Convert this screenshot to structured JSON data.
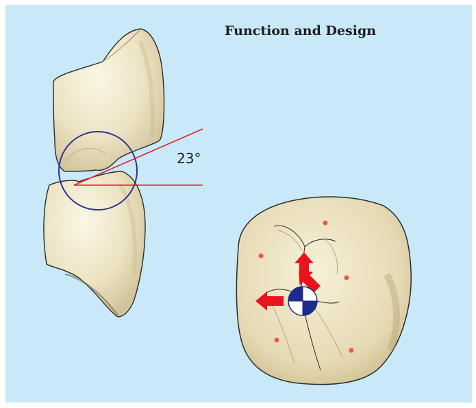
{
  "title": "Function and Design",
  "angle_label": "23°",
  "colors": {
    "background": "#c9e9f8",
    "tooth_fill": "#efe8cf",
    "tooth_outline": "#2a2a2a",
    "circle": "#2e3192",
    "angle_lines": "#e11d2a",
    "arrows": "#e8131c",
    "contact_dots": "#f05a3c",
    "marker_dark": "#1f2a8a"
  },
  "icons": [
    "upper-tooth-illustration",
    "lower-tooth-illustration",
    "molar-occlusal-illustration",
    "center-of-mass-marker",
    "direction-arrow"
  ]
}
